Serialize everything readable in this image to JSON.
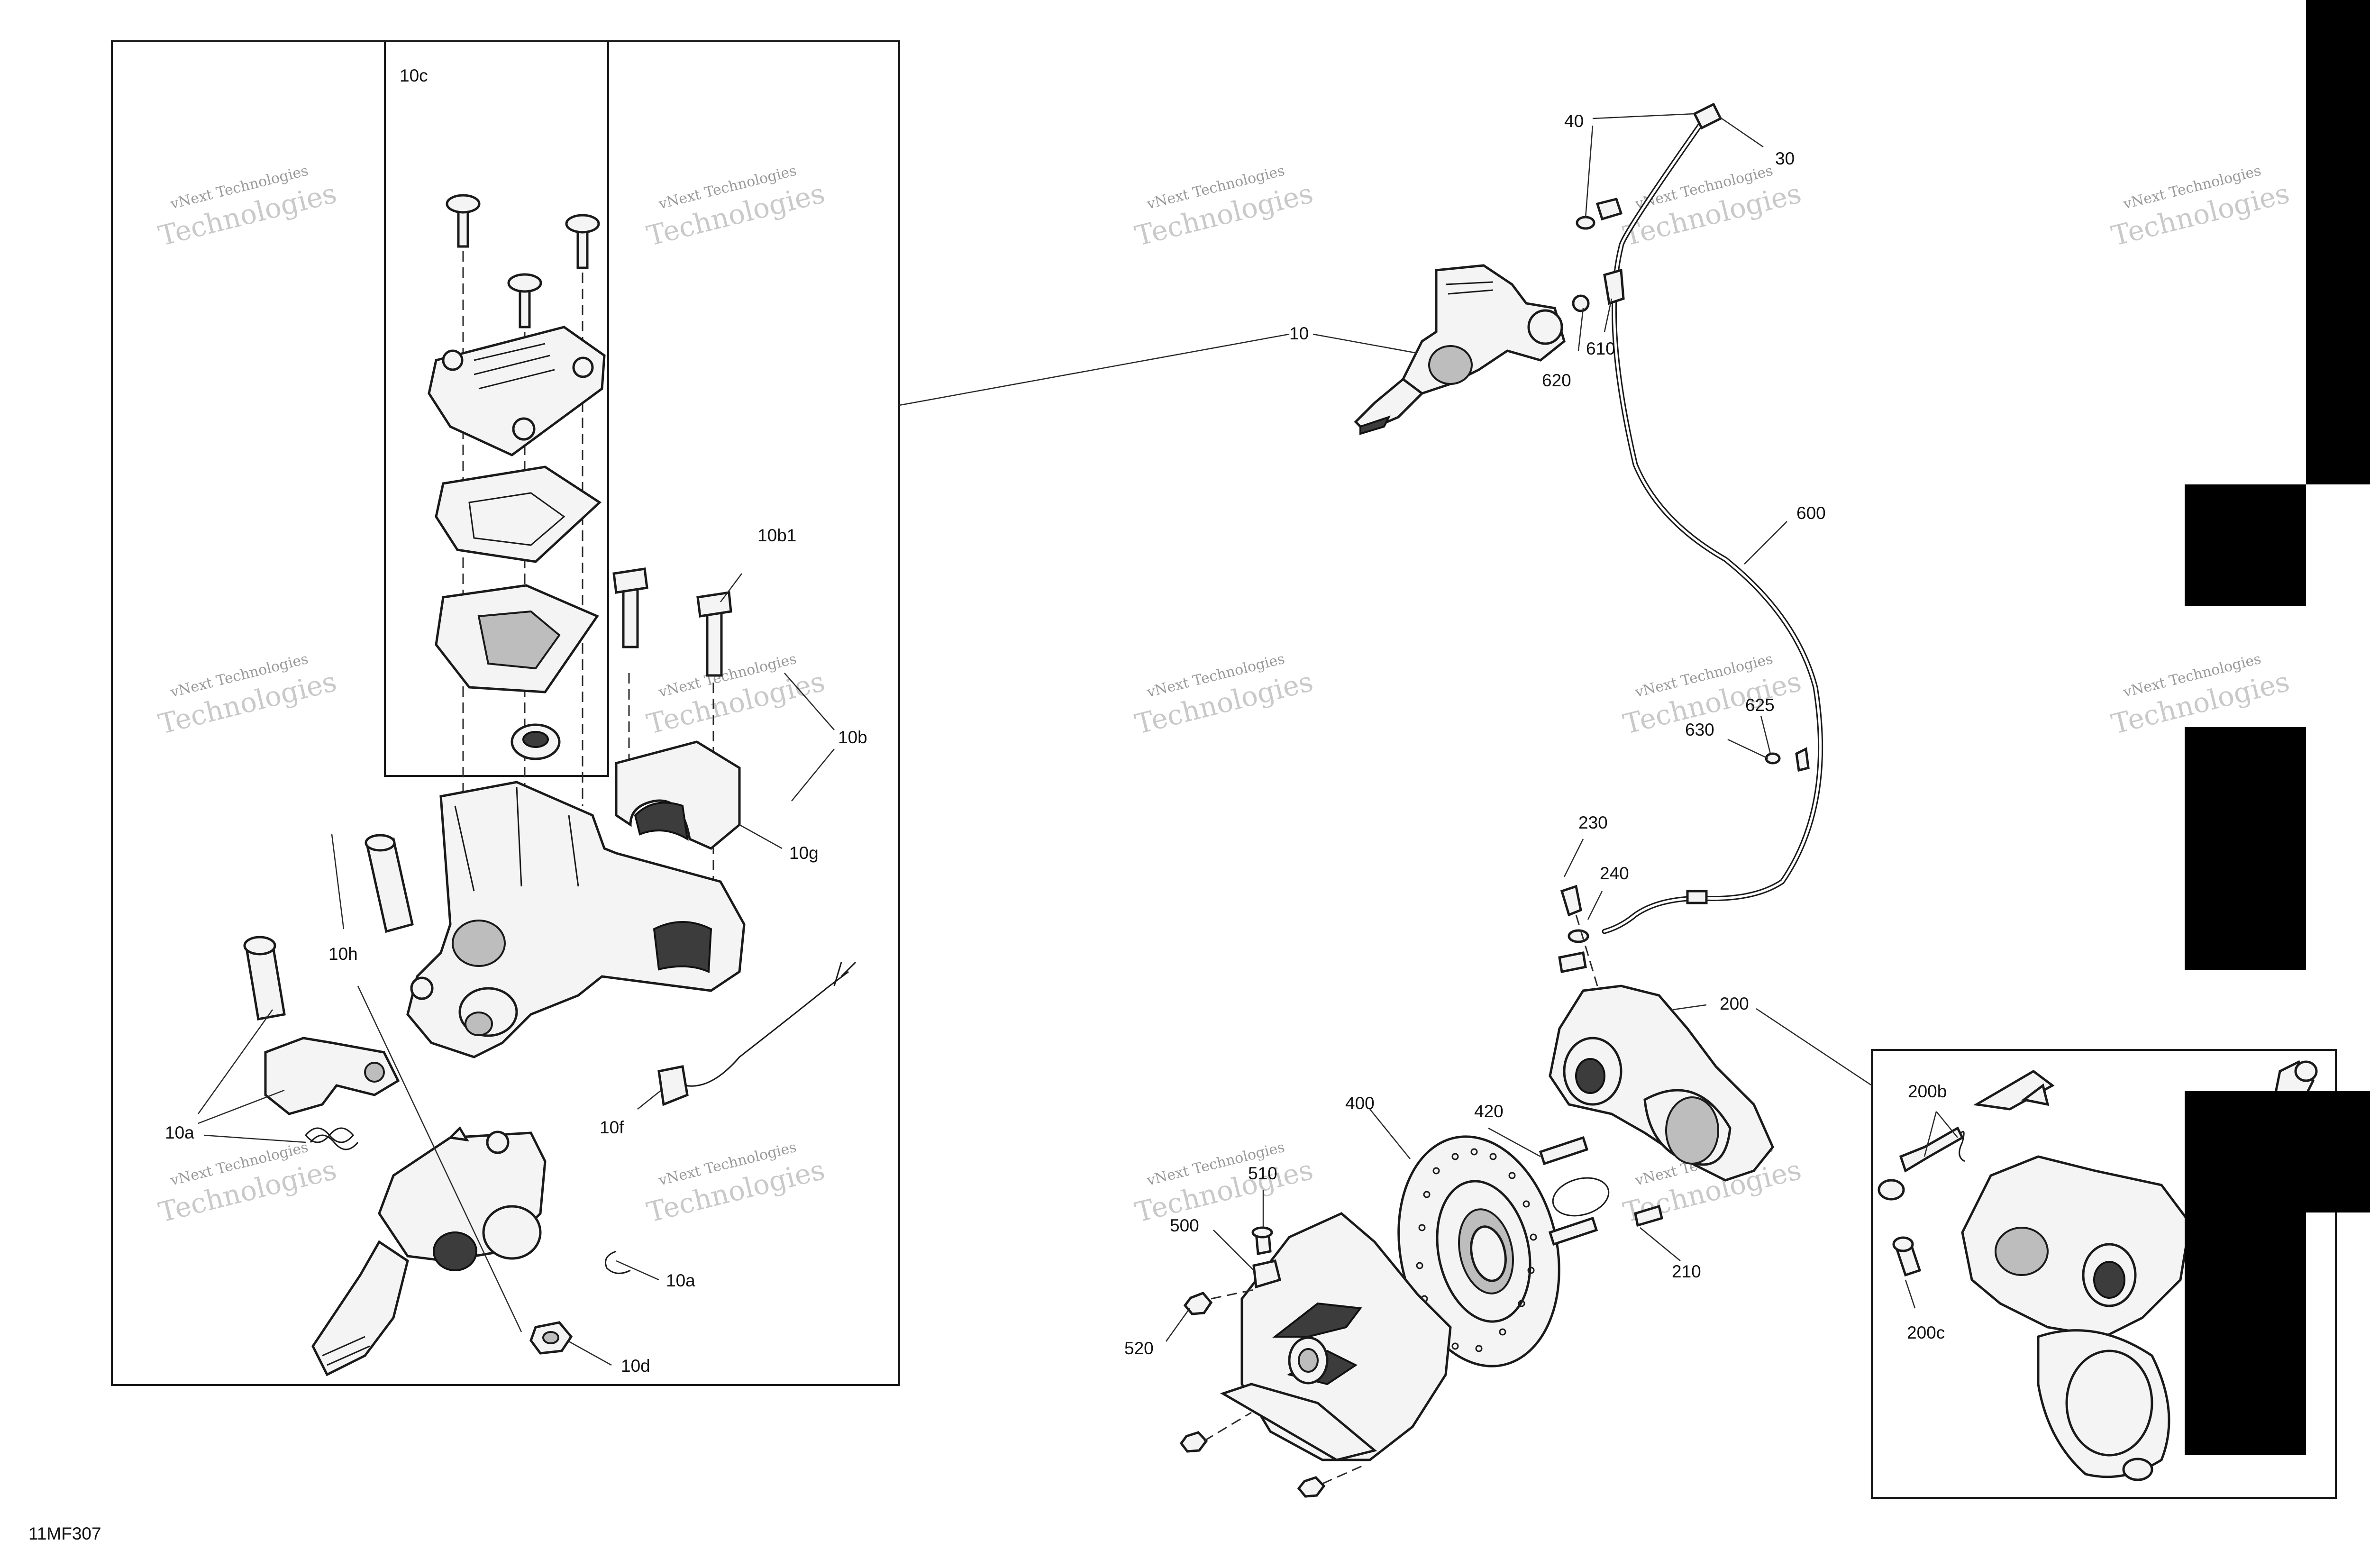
{
  "figure_id": "11MF307",
  "watermark": {
    "line1": "vNext Technologies",
    "line2": "Technologies"
  },
  "callouts": {
    "c10": "10",
    "c10a_upper": "10a",
    "c10a_lower": "10a",
    "c10b": "10b",
    "c10b1": "10b1",
    "c10c": "10c",
    "c10d": "10d",
    "c10f": "10f",
    "c10g": "10g",
    "c10h": "10h",
    "c30": "30",
    "c40": "40",
    "c200": "200",
    "c200b": "200b",
    "c200c": "200c",
    "c210": "210",
    "c230": "230",
    "c240": "240",
    "c400": "400",
    "c420": "420",
    "c500": "500",
    "c510": "510",
    "c520": "520",
    "c600": "600",
    "c610": "610",
    "c620": "620",
    "c625": "625",
    "c630": "630"
  },
  "colors": {
    "line": "#1a1a1a",
    "watermark": "#c9c9c9",
    "redaction": "#000000"
  }
}
